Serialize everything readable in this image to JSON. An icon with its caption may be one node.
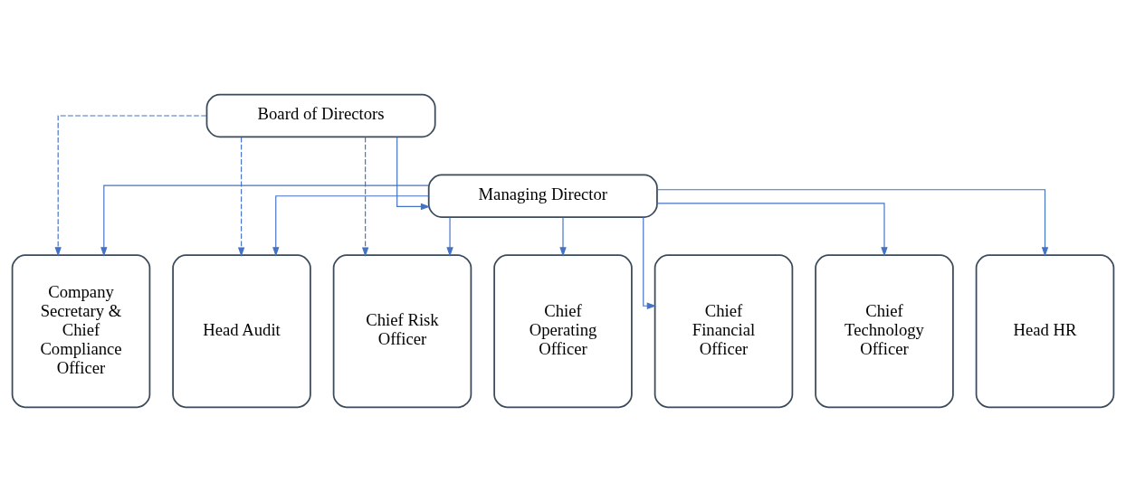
{
  "diagram": {
    "nodes": [
      {
        "text": [
          "Board of Directors"
        ]
      },
      {
        "text": [
          "Managing Director"
        ]
      },
      {
        "text": [
          "Company Secretary & Chief Compliance Officer"
        ]
      },
      {
        "text": [
          "Head Audit"
        ]
      },
      {
        "text": [
          "Chief Risk Officer"
        ]
      },
      {
        "text": [
          "Chief Operating Officer"
        ]
      },
      {
        "text": [
          "Chief Financial Officer"
        ]
      },
      {
        "text": [
          "Chief Technology Officer"
        ]
      },
      {
        "text": [
          "Head HR"
        ]
      }
    ],
    "edges": [
      {
        "from": 0,
        "to": 1,
        "arrow": "to"
      },
      {
        "from": 0,
        "to": 2,
        "arrow": "to",
        "style": "dashed"
      },
      {
        "from": 0,
        "to": 3,
        "arrow": "to",
        "style": "dashed"
      },
      {
        "from": 0,
        "to": 4,
        "arrow": "to",
        "style": "dashed"
      },
      {
        "from": 1,
        "to": 2,
        "arrow": "to"
      },
      {
        "from": 1,
        "to": 3,
        "arrow": "to"
      },
      {
        "from": 1,
        "to": 4,
        "arrow": "to"
      },
      {
        "from": 1,
        "to": 5,
        "arrow": "to"
      },
      {
        "from": 1,
        "to": 6,
        "arrow": "to"
      },
      {
        "from": 1,
        "to": 7,
        "arrow": "to"
      },
      {
        "from": 1,
        "to": 8,
        "arrow": "to"
      }
    ]
  }
}
